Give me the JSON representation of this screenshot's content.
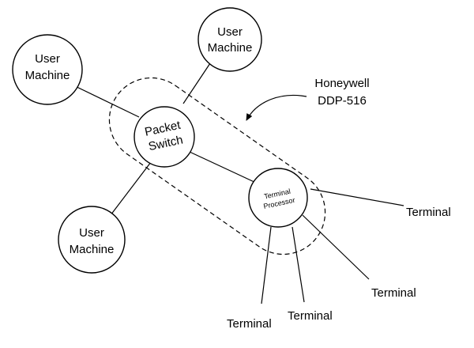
{
  "nodes": {
    "user_machine_left": {
      "line1": "User",
      "line2": "Machine"
    },
    "user_machine_top": {
      "line1": "User",
      "line2": "Machine"
    },
    "user_machine_bottom": {
      "line1": "User",
      "line2": "Machine"
    },
    "packet_switch": {
      "line1": "Packet",
      "line2": "Switch"
    },
    "terminal_processor": {
      "line1": "Terminal",
      "line2": "Processor"
    }
  },
  "terminals": [
    "Terminal",
    "Terminal",
    "Terminal",
    "Terminal"
  ],
  "annotation": {
    "line1": "Honeywell",
    "line2": "DDP-516"
  }
}
